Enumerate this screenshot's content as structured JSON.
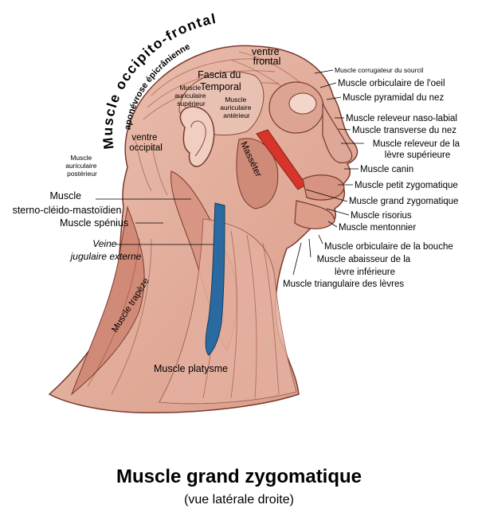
{
  "figure": {
    "title": "Muscle grand zygomatique",
    "subtitle": "(vue latérale droite)"
  },
  "colors": {
    "muscle": "#e2aa97",
    "muscle_dark": "#b8685a",
    "highlight": "#d8352a",
    "vein": "#2a6aa0"
  },
  "labels": {
    "occipito_frontal": "Muscle occipito-frontal",
    "aponevrose": "aponévrose épicrânienne",
    "ventre_frontal": "ventre frontal",
    "fascia_temporal": "Fascia du Temporal",
    "auric_sup": "Muscle auriculaire supérieur",
    "auric_ant": "Muscle auriculaire antérieur",
    "ventre_occipital": "ventre occipital",
    "auric_post": "Muscle auriculaire postérieur",
    "masseter": "Masséter",
    "corrugateur": "Muscle corrugateur du sourcil",
    "orbiculaire_oeil": "Muscle orbiculaire de l'oeil",
    "pyramidal": "Muscle pyramidal du nez",
    "releveur_naso": "Muscle releveur naso-labial",
    "transverse": "Muscle transverse du nez",
    "releveur_levre": "Muscle releveur de la lèvre supérieure",
    "canin": "Muscle canin",
    "petit_zygo": "Muscle petit zygomatique",
    "grand_zygo": "Muscle grand zygomatique",
    "risorius": "Muscle risorius",
    "mentonnier": "Muscle mentonnier",
    "orbiculaire_bouche": "Muscle orbiculaire de la bouche",
    "abaisseur_levre": "Muscle abaisseur de la lèvre inférieure",
    "triangulaire": "Muscle triangulaire des lèvres",
    "sterno": "Muscle sterno-cléido-mastoïdien",
    "splenius": "Muscle spénius",
    "jugulaire": "Veine jugulaire externe",
    "trapeze": "Muscle trapèze",
    "platysme": "Muscle platysme"
  }
}
